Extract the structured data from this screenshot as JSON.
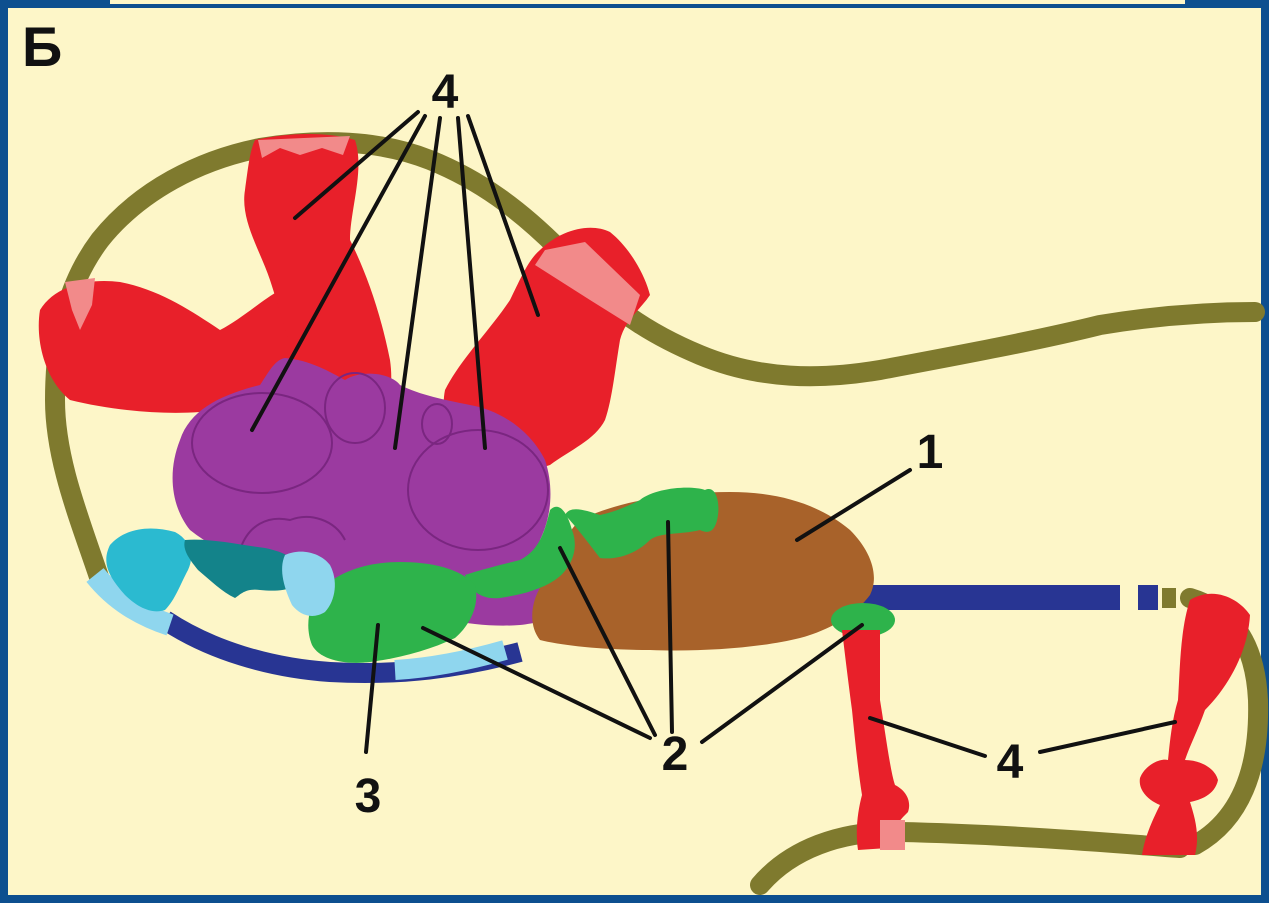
{
  "panel_letter": "Б",
  "labels": {
    "top_4": "4",
    "right_1": "1",
    "bottom_2": "2",
    "bottom_3": "3",
    "right_4": "4"
  },
  "colors": {
    "frame": "#0d4f8f",
    "background": "#fdf6c8",
    "membrane": "#7f7a2e",
    "red_lobes": "#e8202a",
    "pink_tips": "#f28a8a",
    "purple_body": "#9b3aa0",
    "purple_outline": "#7a2680",
    "green": "#2eb34b",
    "brown": "#a8622a",
    "navy": "#283593",
    "cyan_light": "#8fd6ee",
    "cyan_mid": "#2bbad0",
    "teal_dark": "#13838a",
    "leader_line": "#111111"
  }
}
